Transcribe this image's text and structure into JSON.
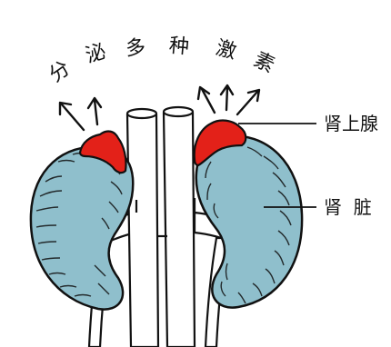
{
  "arc_title": [
    "分",
    "泌",
    "多",
    "种",
    "激",
    "素"
  ],
  "labels": {
    "adrenal_gland": "肾上腺",
    "kidney": "肾  脏"
  },
  "colors": {
    "kidney": "#8fbfcc",
    "adrenal": "#e32119",
    "outline": "#111111",
    "vessel": "#ffffff"
  }
}
